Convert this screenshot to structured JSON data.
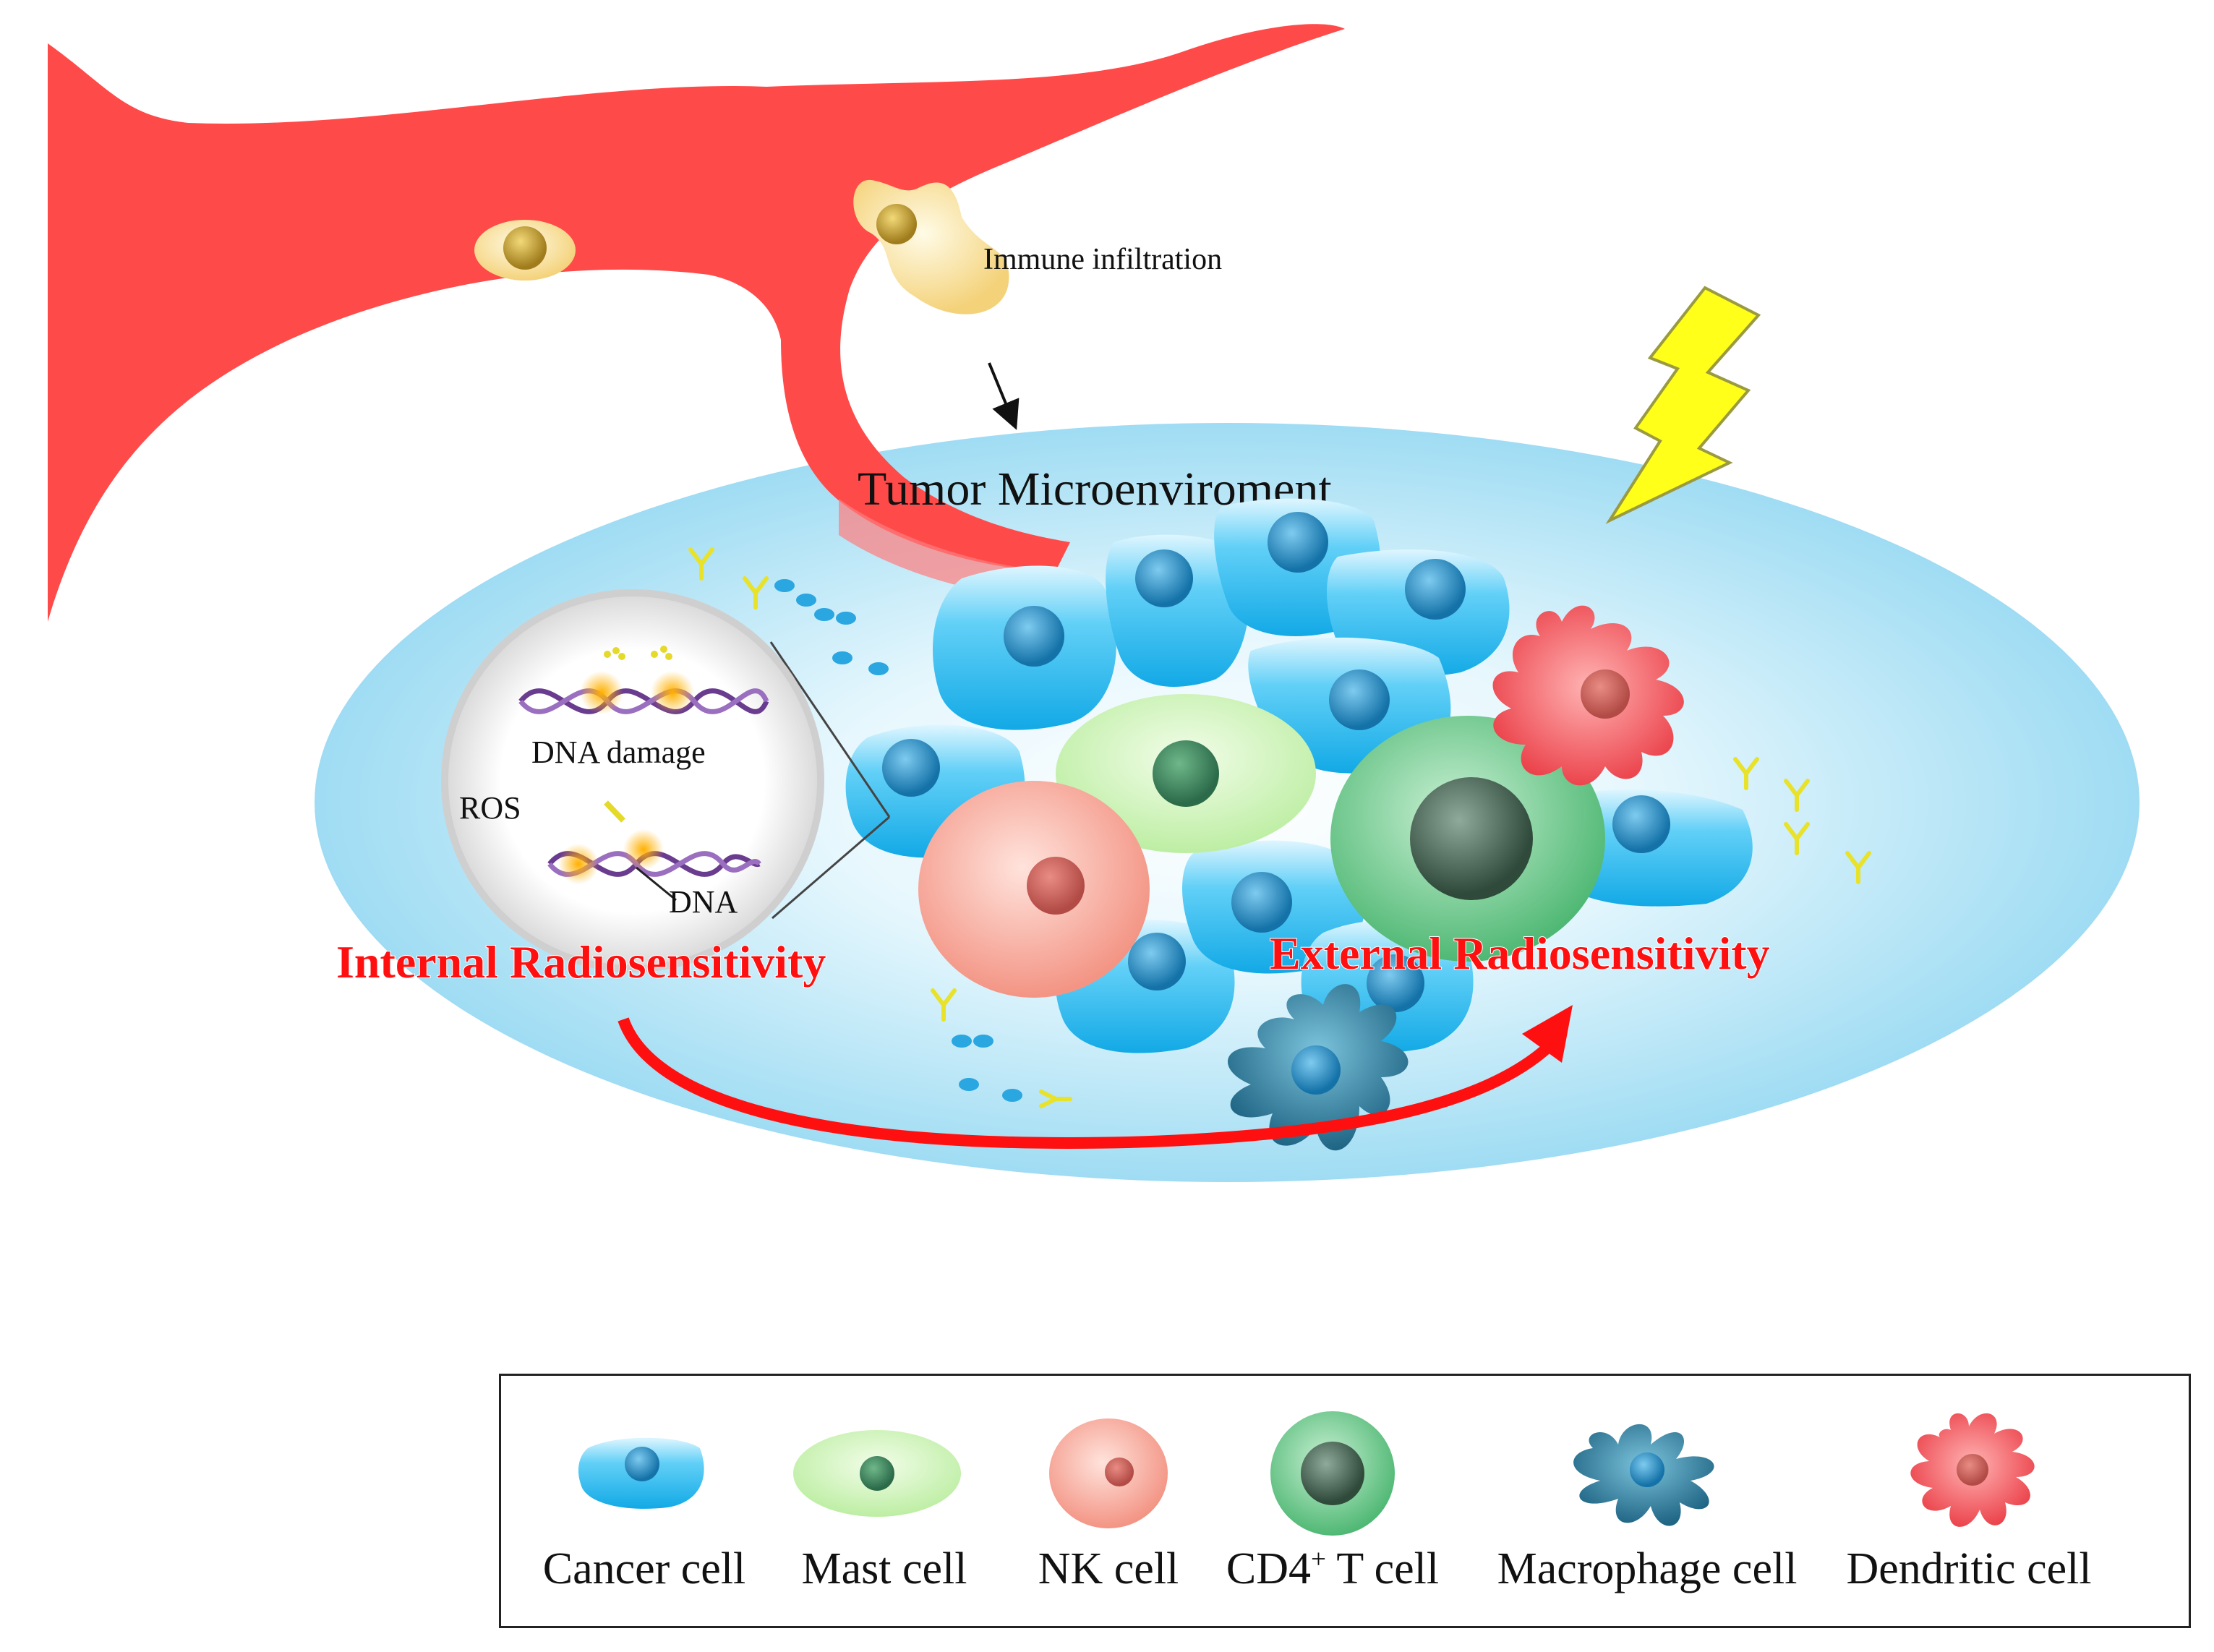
{
  "labels": {
    "immune_infiltration": "Immune infiltration",
    "tumor_microenvironment": "Tumor Microenviroment",
    "dna_damage": "DNA damage",
    "ros": "ROS",
    "dna": "DNA",
    "internal_radiosensitivity": "Internal Radiosensitivity",
    "external_radiosensitivity": "External Radiosensitivity"
  },
  "legend": {
    "items": [
      {
        "label": "Cancer cell",
        "icon": "cancer-cell-icon"
      },
      {
        "label": "Mast cell",
        "icon": "mast-cell-icon"
      },
      {
        "label": "NK cell",
        "icon": "nk-cell-icon"
      },
      {
        "label_prefix": "CD4",
        "label_sup": "+",
        "label_suffix": " T cell",
        "icon": "cd4-t-cell-icon"
      },
      {
        "label": "Macrophage cell",
        "icon": "macrophage-cell-icon"
      },
      {
        "label": "Dendritic cell",
        "icon": "dendritic-cell-icon"
      }
    ]
  },
  "colors": {
    "blood_vessel": "#ff4a4a",
    "tumor_background": "#cdeefb",
    "cancer_cell": "#35c4f2",
    "mast_cell": "#c9f3b8",
    "nk_cell": "#f6a89a",
    "cd4_t_cell": "#6fcf8f",
    "macrophage_cell": "#2e7fa0",
    "dendritic_cell": "#f04f55",
    "radiation_bolt": "#ffff1a",
    "arrow": "#ff1010"
  }
}
